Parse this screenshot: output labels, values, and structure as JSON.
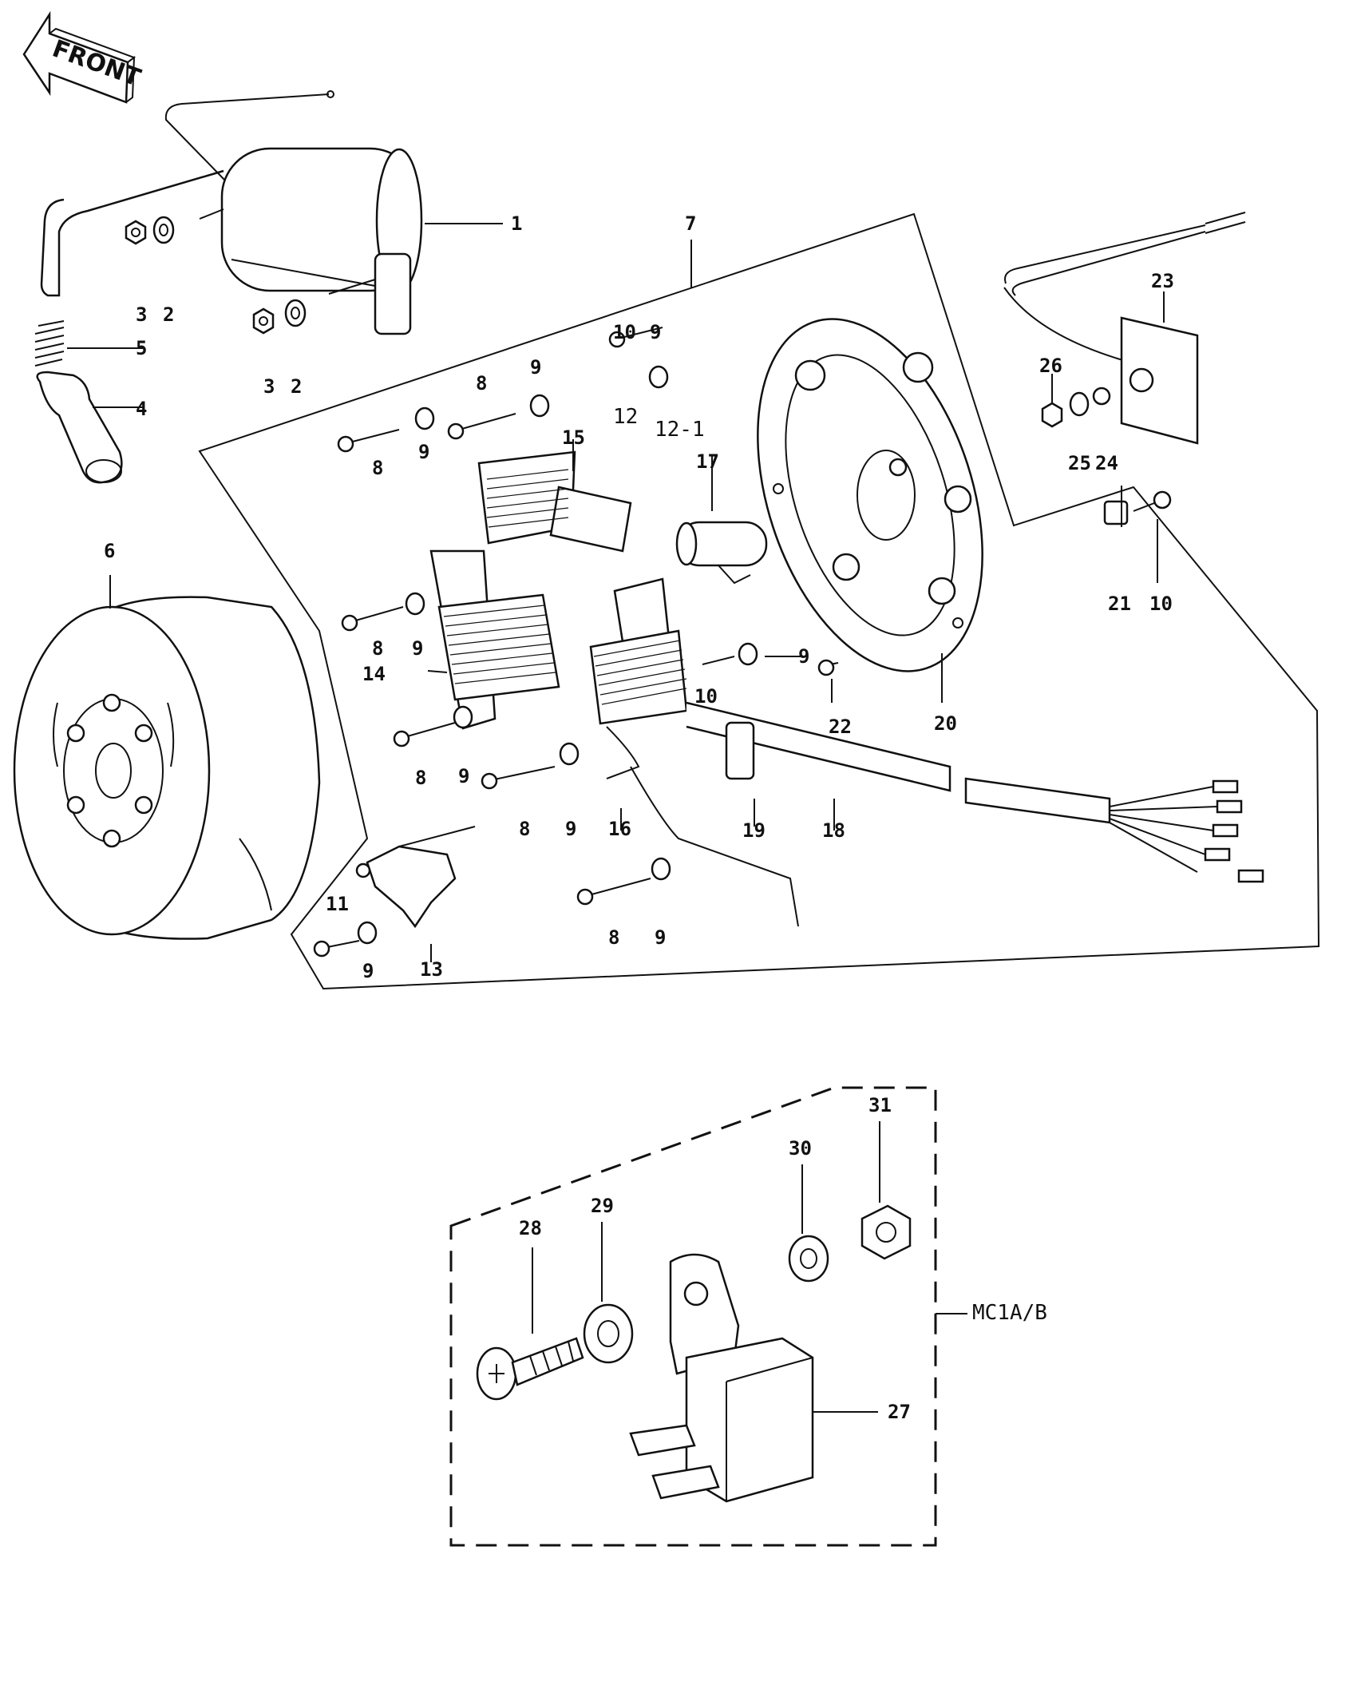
{
  "orientation": {
    "front_label": "FRONT"
  },
  "callouts": [
    {
      "id": "c1",
      "text": "1"
    },
    {
      "id": "c2a",
      "text": "2"
    },
    {
      "id": "c3a",
      "text": "3"
    },
    {
      "id": "c2b",
      "text": "2"
    },
    {
      "id": "c3b",
      "text": "3"
    },
    {
      "id": "c4",
      "text": "4"
    },
    {
      "id": "c5",
      "text": "5"
    },
    {
      "id": "c6",
      "text": "6"
    },
    {
      "id": "c7",
      "text": "7"
    },
    {
      "id": "c8a",
      "text": "8"
    },
    {
      "id": "c9a",
      "text": "9"
    },
    {
      "id": "c8b",
      "text": "8"
    },
    {
      "id": "c9b",
      "text": "9"
    },
    {
      "id": "c10a",
      "text": "10"
    },
    {
      "id": "c9c",
      "text": "9"
    },
    {
      "id": "c12",
      "text": "12"
    },
    {
      "id": "c12-1",
      "text": "12-1"
    },
    {
      "id": "c15",
      "text": "15"
    },
    {
      "id": "c17",
      "text": "17"
    },
    {
      "id": "c8c",
      "text": "8"
    },
    {
      "id": "c9d",
      "text": "9"
    },
    {
      "id": "c14",
      "text": "14"
    },
    {
      "id": "c9e",
      "text": "9"
    },
    {
      "id": "c10b",
      "text": "10"
    },
    {
      "id": "c22",
      "text": "22"
    },
    {
      "id": "c20",
      "text": "20"
    },
    {
      "id": "c8d",
      "text": "8"
    },
    {
      "id": "c9f",
      "text": "9"
    },
    {
      "id": "c8e",
      "text": "8"
    },
    {
      "id": "c9g",
      "text": "9"
    },
    {
      "id": "c16",
      "text": "16"
    },
    {
      "id": "c19",
      "text": "19"
    },
    {
      "id": "c18",
      "text": "18"
    },
    {
      "id": "c11",
      "text": "11"
    },
    {
      "id": "c9h",
      "text": "9"
    },
    {
      "id": "c13",
      "text": "13"
    },
    {
      "id": "c8f",
      "text": "8"
    },
    {
      "id": "c9i",
      "text": "9"
    },
    {
      "id": "c23",
      "text": "23"
    },
    {
      "id": "c26",
      "text": "26"
    },
    {
      "id": "c25",
      "text": "25"
    },
    {
      "id": "c24",
      "text": "24"
    },
    {
      "id": "c21",
      "text": "21"
    },
    {
      "id": "c10c",
      "text": "10"
    },
    {
      "id": "c28",
      "text": "28"
    },
    {
      "id": "c29",
      "text": "29"
    },
    {
      "id": "c30",
      "text": "30"
    },
    {
      "id": "c31",
      "text": "31"
    },
    {
      "id": "c27",
      "text": "27"
    }
  ],
  "variant_label": "MC1A/B"
}
